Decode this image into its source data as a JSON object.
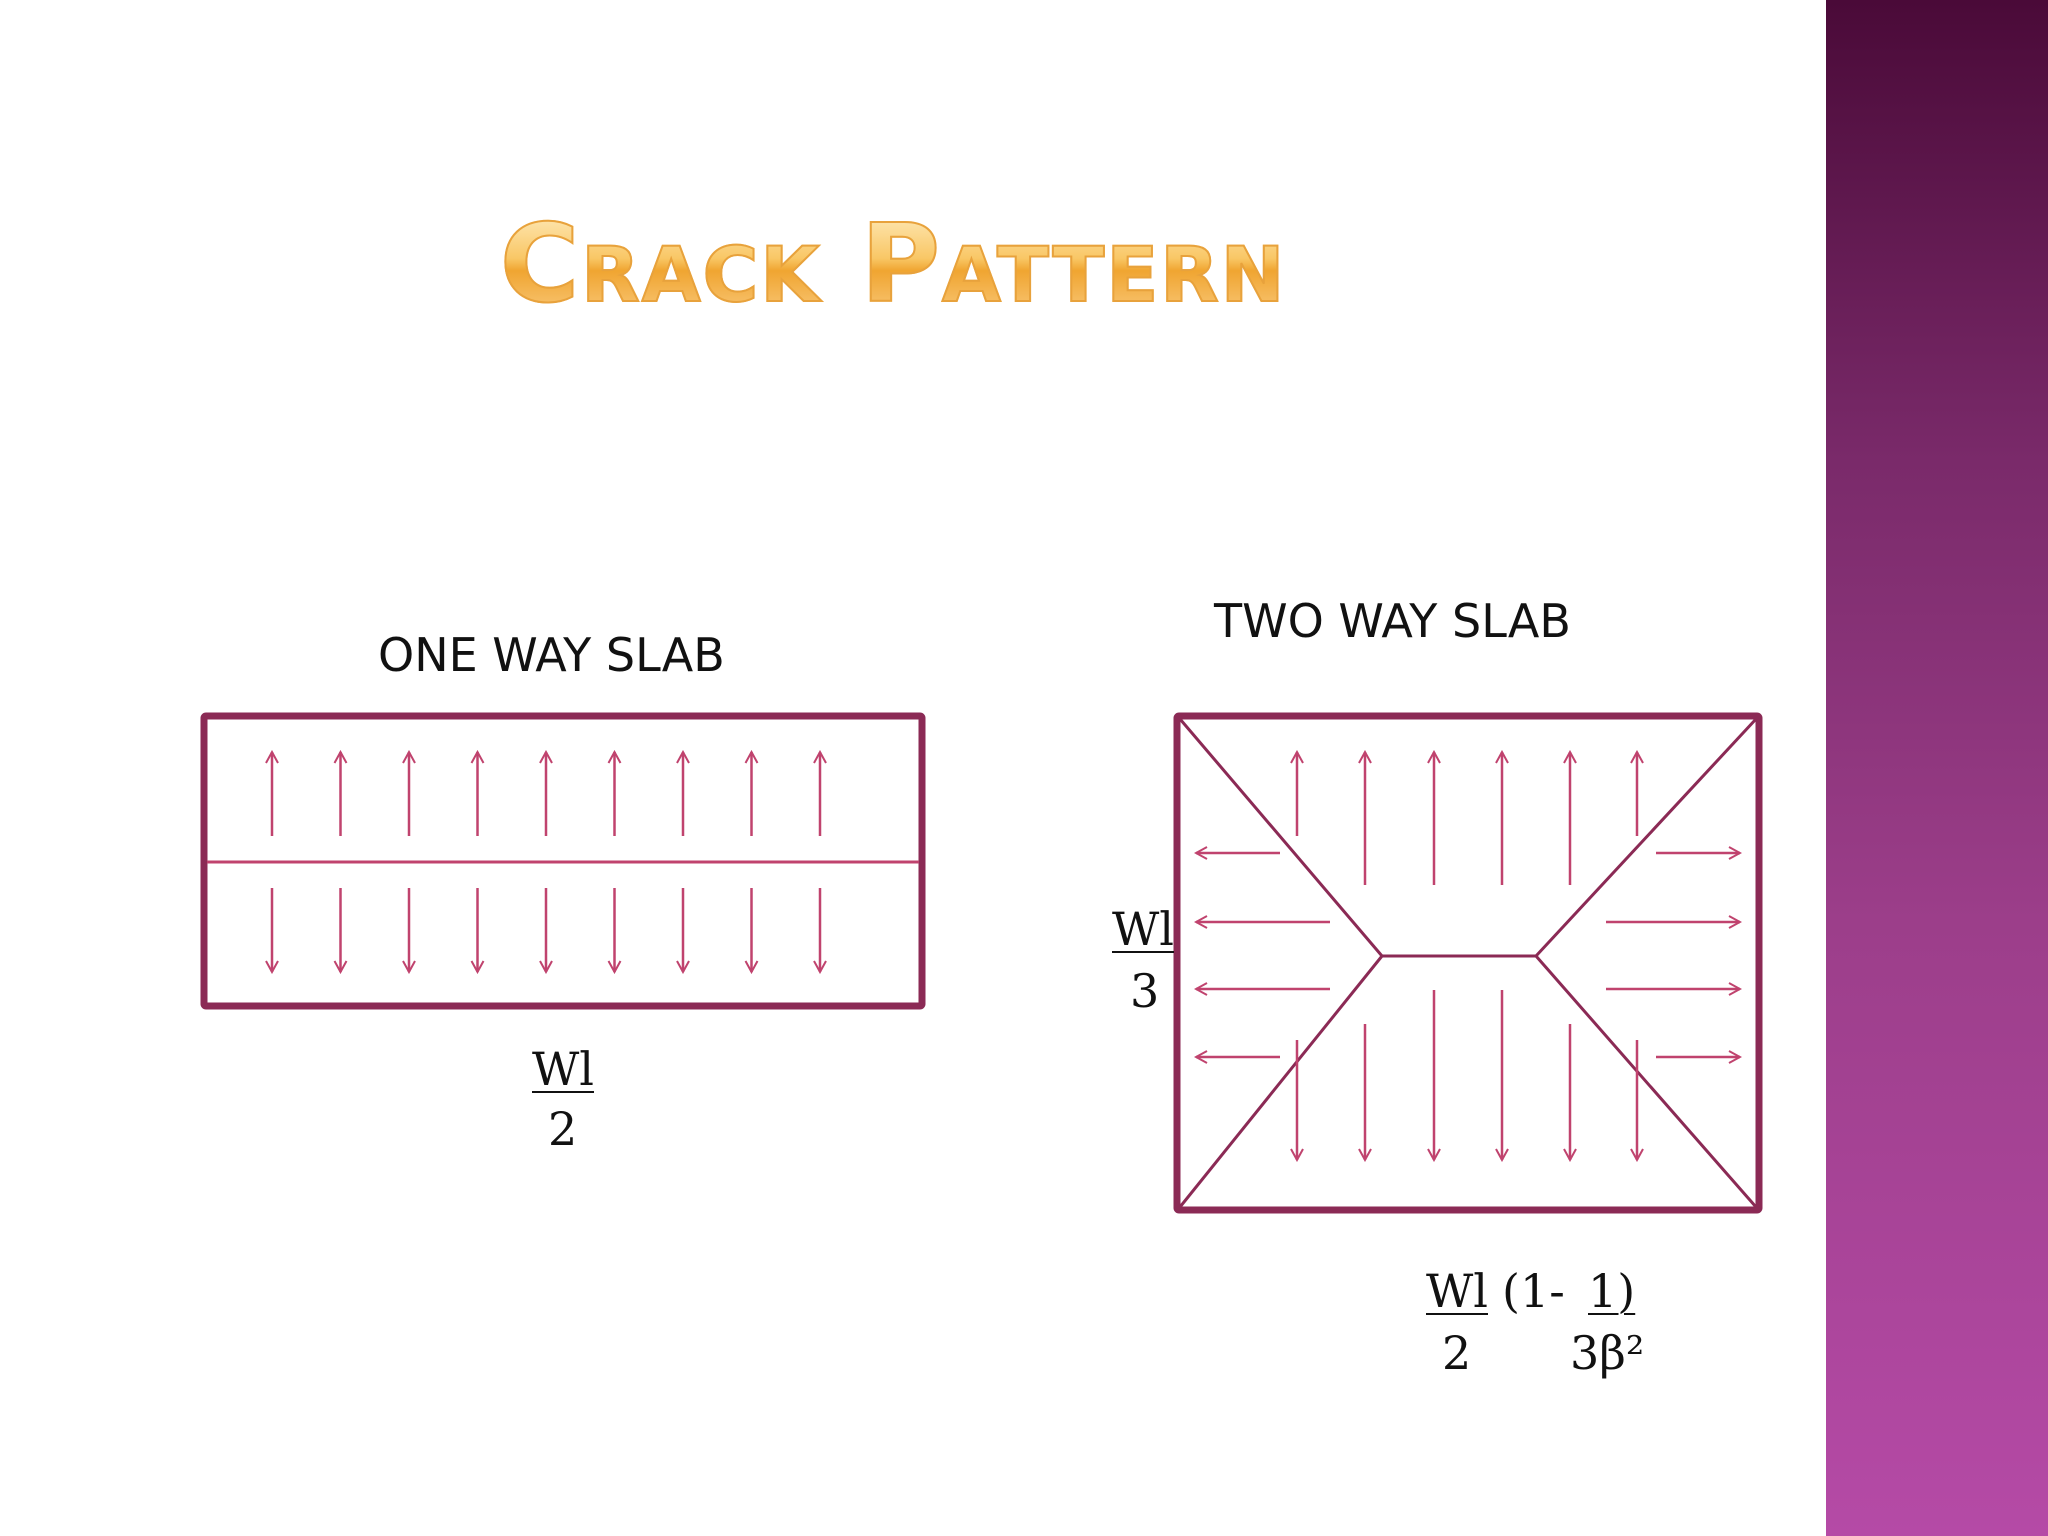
{
  "slide": {
    "title": "Crack Pattern",
    "accent_color": "#8b2a55",
    "arrow_color": "#c0436e",
    "side_band_color": "#9c3e8a"
  },
  "one_way": {
    "label": "ONE WAY SLAB",
    "formula_num": "Wl",
    "formula_den": "2"
  },
  "two_way": {
    "label": "TWO WAY SLAB",
    "side_num": "Wl",
    "side_den": "3",
    "formula_num": "Wl",
    "formula_den": "2",
    "formula_paren_open": "(1-",
    "formula_frac_num": "1)",
    "formula_frac_den": "3β²"
  }
}
